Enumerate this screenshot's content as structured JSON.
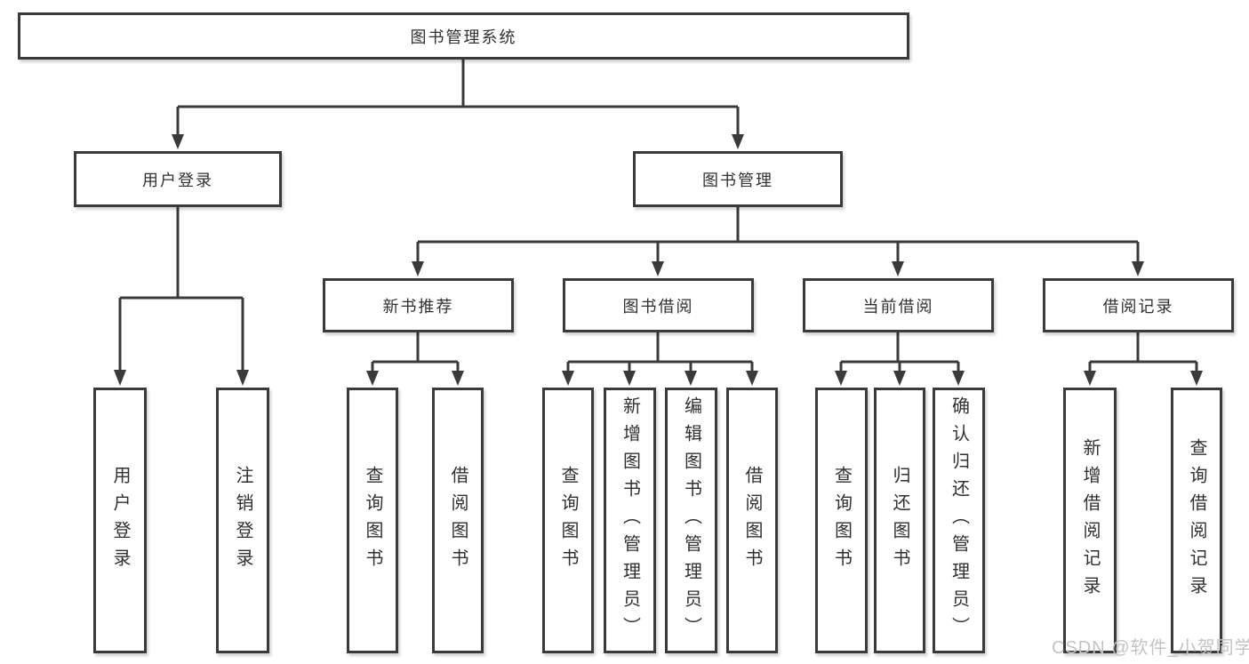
{
  "tree": {
    "label": "图书管理系统",
    "children": [
      {
        "label": "用户登录",
        "children": [
          {
            "label": "用户登录"
          },
          {
            "label": "注销登录"
          }
        ]
      },
      {
        "label": "图书管理",
        "children": [
          {
            "label": "新书推荐",
            "children": [
              {
                "label": "查询图书"
              },
              {
                "label": "借阅图书"
              }
            ]
          },
          {
            "label": "图书借阅",
            "children": [
              {
                "label": "查询图书"
              },
              {
                "label": "新增图书（管理员）"
              },
              {
                "label": "编辑图书（管理员）"
              },
              {
                "label": "借阅图书"
              }
            ]
          },
          {
            "label": "当前借阅",
            "children": [
              {
                "label": "查询图书"
              },
              {
                "label": "归还图书"
              },
              {
                "label": "确认归还（管理员）"
              }
            ]
          },
          {
            "label": "借阅记录",
            "children": [
              {
                "label": "新增借阅记录"
              },
              {
                "label": "查询借阅记录"
              }
            ]
          }
        ]
      }
    ]
  },
  "watermark": {
    "text": "CSDN @软件_小贺同学"
  },
  "colors": {
    "line": "#3a3a3a",
    "box_border": "#3a3a3a",
    "text": "#303030",
    "watermark_text": "#c3c3c3",
    "background": "#ffffff"
  }
}
